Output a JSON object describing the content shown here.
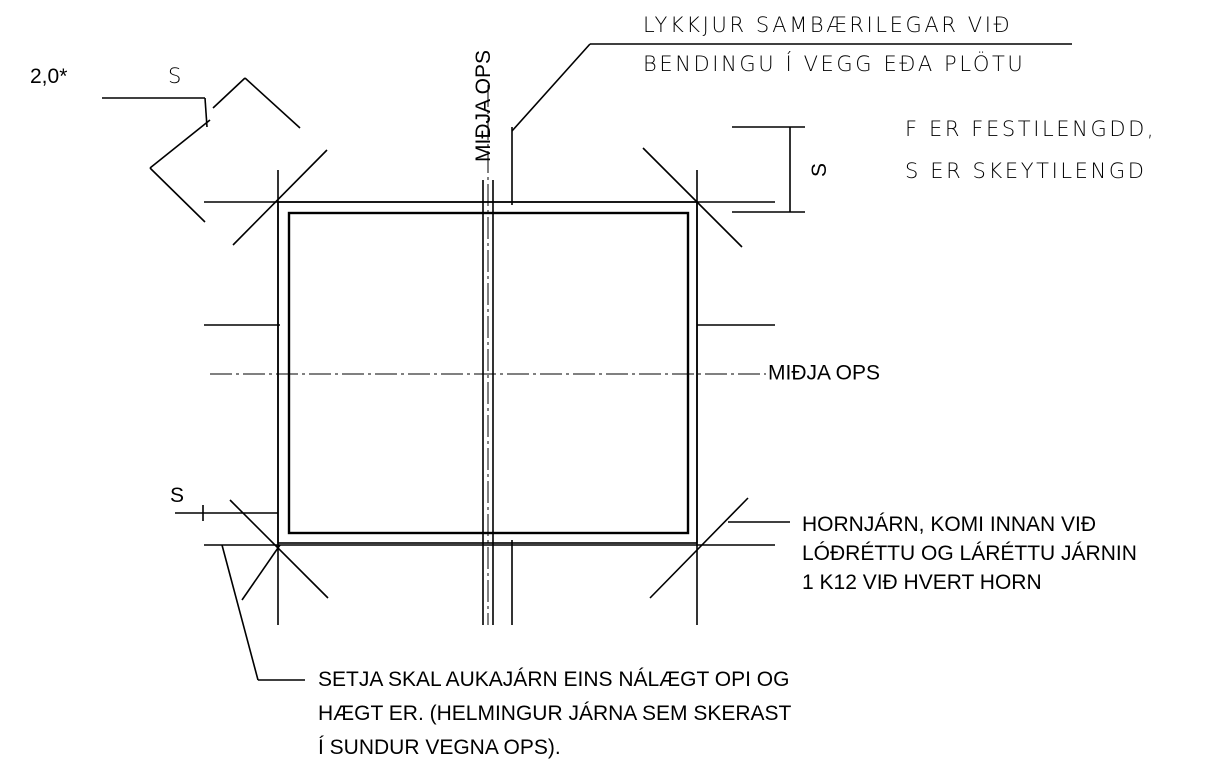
{
  "labels": {
    "dim_top_left": "2,0*",
    "s_top_left": "S",
    "center_vertical": "MIÐJA OPS",
    "center_horizontal": "MIÐJA OPS",
    "note_loops_line1": "LYKKJUR SAMBÆRILEGAR VIÐ",
    "note_loops_line2": "BENDINGU Í VEGG EÐA PLÖTU",
    "legend_f": "F ER FESTILENGDD,",
    "legend_s": "S ER SKEYTILENGD",
    "s_right_dim": "S",
    "s_bottom_left": "S",
    "corner_bar_line1": "HORNJÁRN, KOMI INNAN VIÐ",
    "corner_bar_line2": "LÓÐRÉTTU OG LÁRÉTTU JÁRNIN",
    "corner_bar_line3": "1 K12 VIÐ HVERT HORN",
    "extra_bars_line1": "SETJA SKAL AUKAJÁRN EINS NÁLÆGT OPI OG",
    "extra_bars_line2": "HÆGT ER.  (HELMINGUR JÁRNA SEM SKERAST",
    "extra_bars_line3": "Í SUNDUR VEGNA OPS)."
  }
}
